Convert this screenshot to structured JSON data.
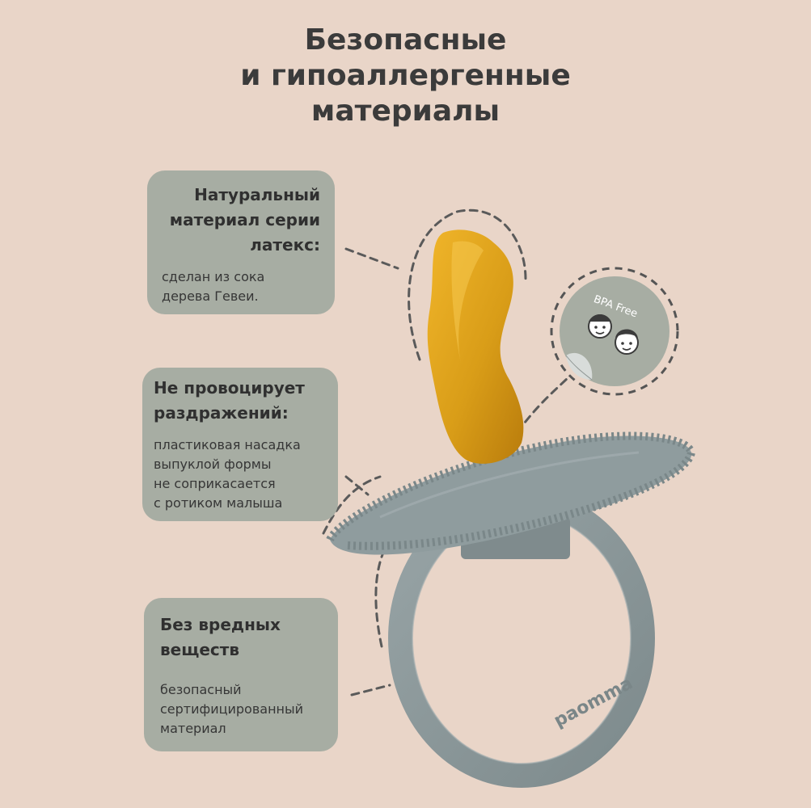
{
  "title": {
    "line1": "Безопасные",
    "line2": "и гипоаллергенные",
    "line3": "материалы"
  },
  "cards": [
    {
      "heading": [
        "Натуральный",
        "материал серии",
        "латекс:"
      ],
      "text": [
        "сделан из сока",
        "дерева Гевеи."
      ]
    },
    {
      "heading": [
        "Не провоцирует",
        "раздражений:"
      ],
      "text": [
        "пластиковая насадка",
        "выпуклой формы",
        "не соприкасается",
        "с ротиком малыша"
      ]
    },
    {
      "heading": [
        "Без вредных",
        "веществ"
      ],
      "text": [
        "безопасный",
        "сертифицированный",
        "материал"
      ]
    }
  ],
  "badge": {
    "label": "BPA Free"
  },
  "brand": {
    "ring_text": "paomma"
  },
  "colors": {
    "background": "#e9d5c8",
    "card": "#a7ada3",
    "nipple": "#d9a21c",
    "pacifier": "#8d9a9c",
    "badge": "#a7ada3"
  }
}
